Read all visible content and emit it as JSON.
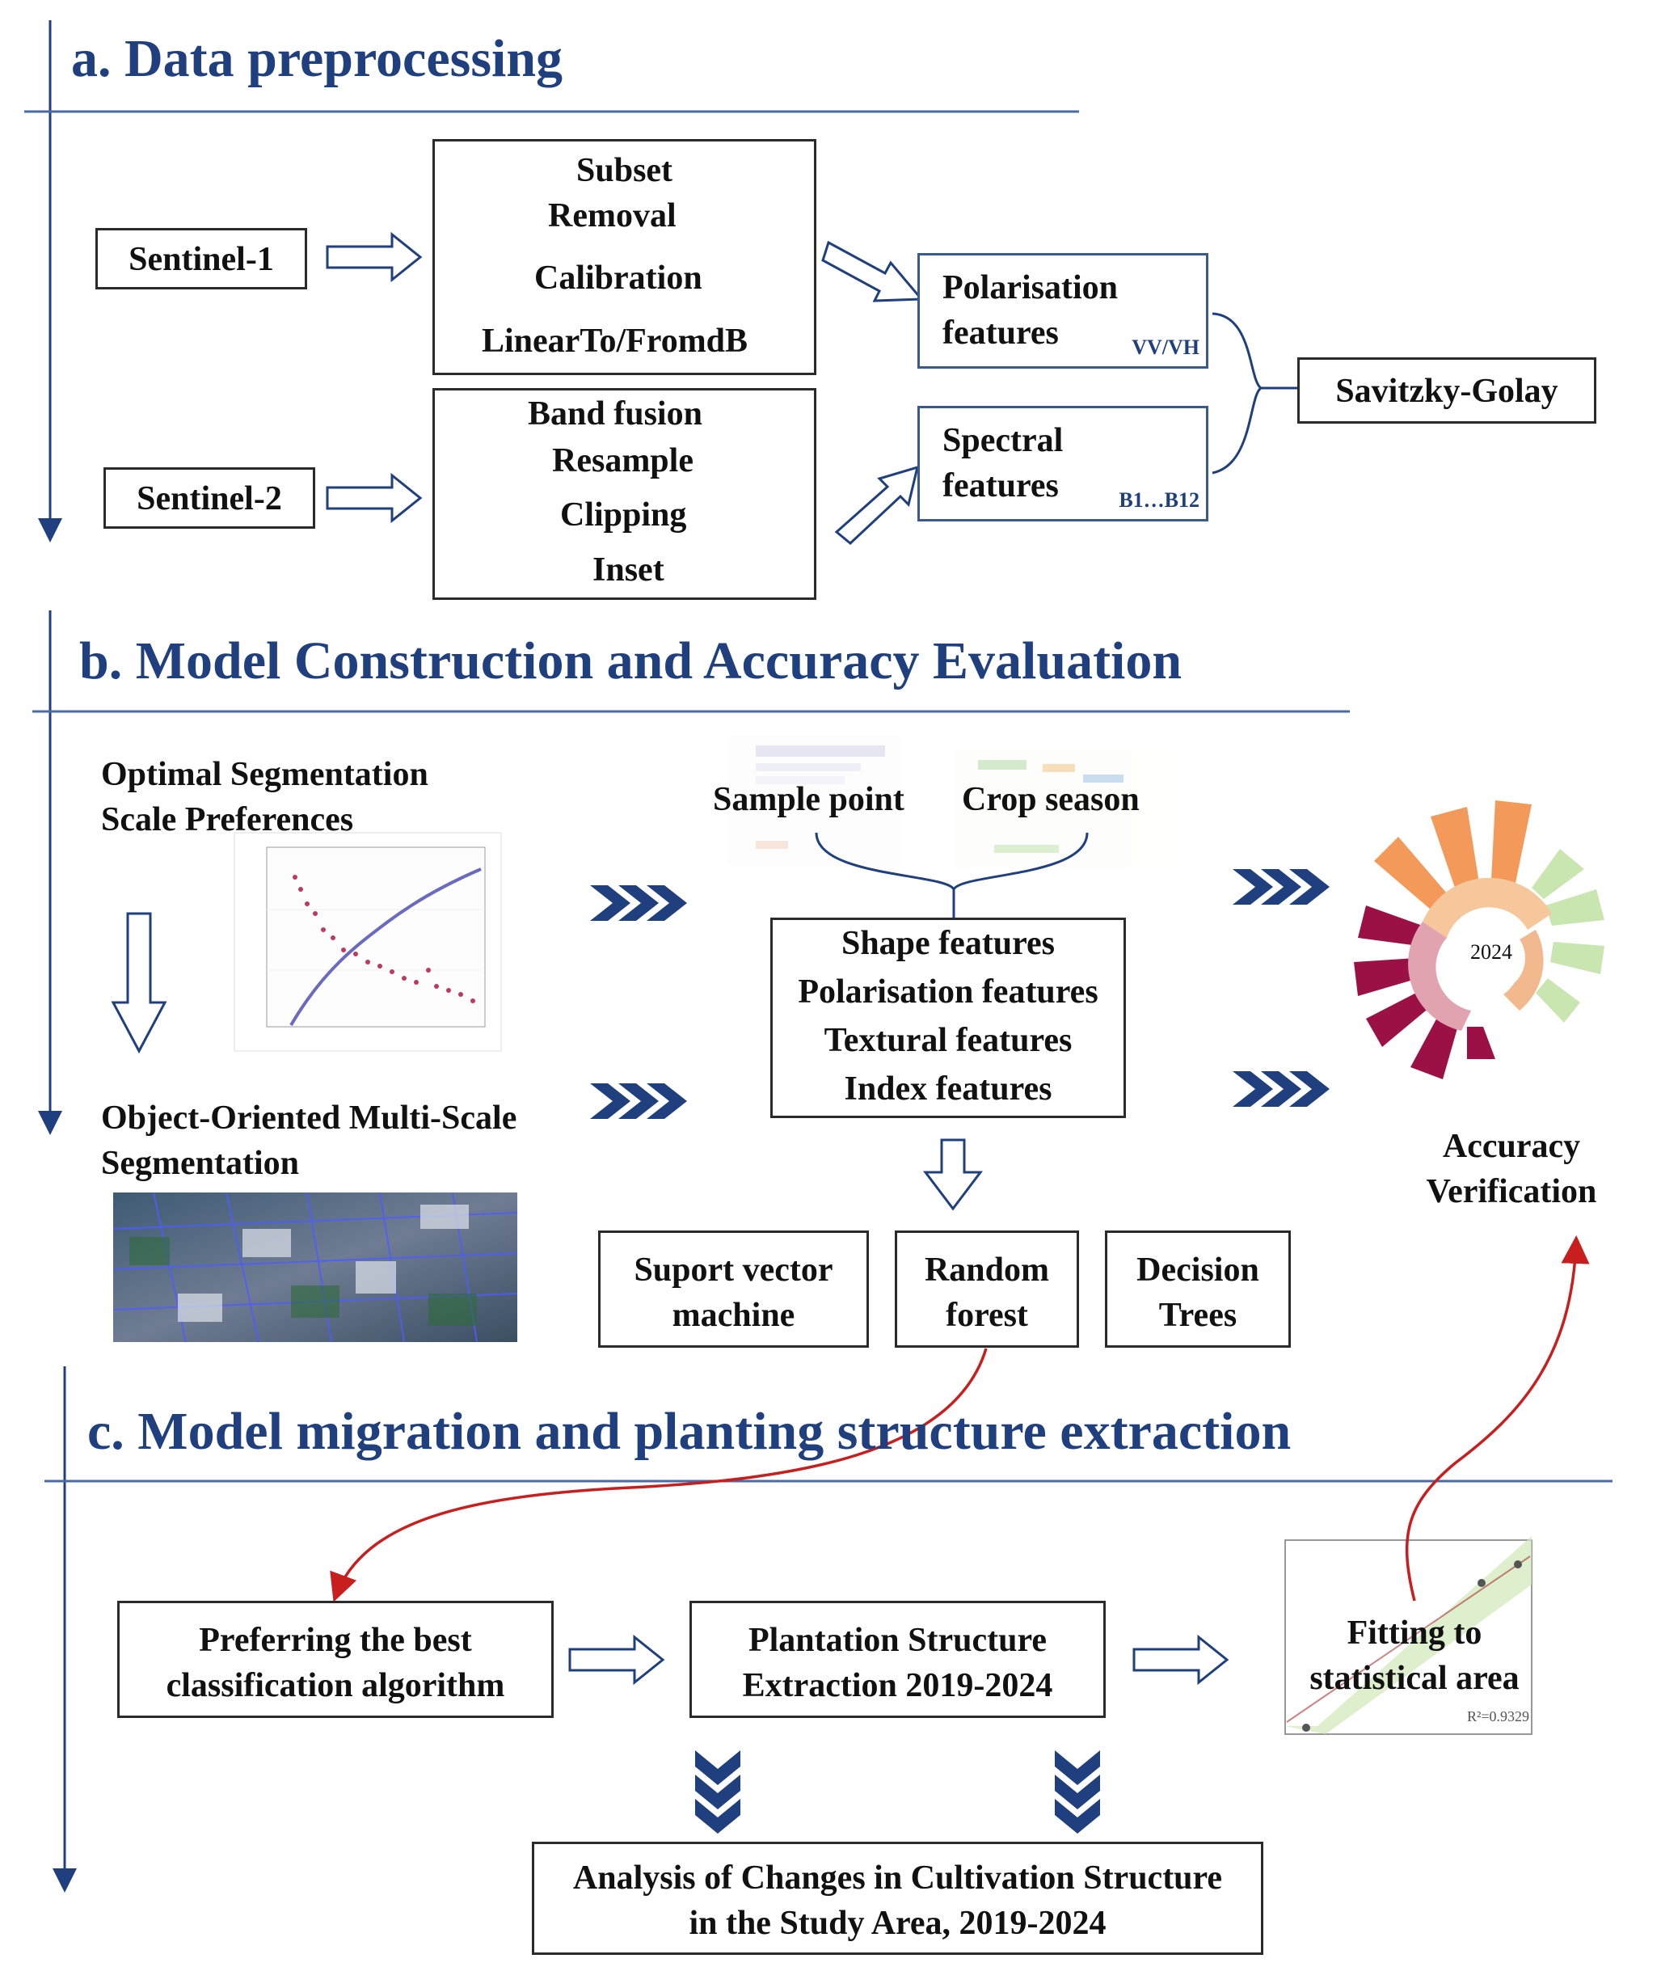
{
  "section_a": {
    "heading": "a. Data preprocessing",
    "sentinel1": "Sentinel-1",
    "sentinel2": "Sentinel-2",
    "s1_steps": [
      "Subset",
      "Removal",
      "Calibration",
      "LinearTo/FromdB"
    ],
    "s2_steps": [
      "Band fusion",
      "Resample",
      "Clipping",
      "Inset"
    ],
    "polarisation_label": "Polarisation features",
    "polarisation_bands": "VV/VH",
    "spectral_label": "Spectral features",
    "spectral_bands": "B1…B12",
    "savitzky": "Savitzky-Golay"
  },
  "section_b": {
    "heading": "b. Model Construction and Accuracy Evaluation",
    "optimal_scale": "Optimal Segmentation Scale Preferences",
    "object_oriented": "Object-Oriented Multi-Scale Segmentation",
    "sample_point": "Sample point",
    "crop_season": "Crop season",
    "features": [
      "Shape features",
      "Polarisation features",
      "Textural features",
      "Index features"
    ],
    "svm": "Suport vector machine",
    "random_forest": "Random forest",
    "decision_trees": "Decision Trees",
    "accuracy": "Accuracy Verification",
    "radial_year": "2024"
  },
  "section_c": {
    "heading": "c. Model migration and planting structure extraction",
    "preferring": "Preferring the best classification algorithm",
    "plantation": "Plantation Structure Extraction 2019-2024",
    "fitting": "Fitting to statistical area",
    "analysis": "Analysis of Changes in Cultivation Structure in the Study Area, 2019-2024",
    "r2": "R²=0.9329"
  },
  "colors": {
    "heading_blue": "#1f3f7f",
    "rule_blue": "#4a6aa5",
    "red_arrow": "#c81e1e",
    "orange": "#f39a5b",
    "maroon": "#9b1146",
    "light_green": "#c9e6b0"
  }
}
